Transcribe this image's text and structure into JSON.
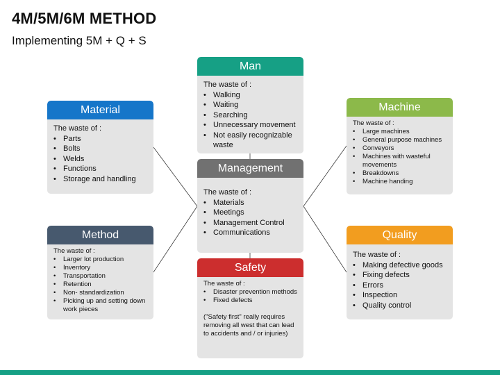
{
  "title": "4M/5M/6M METHOD",
  "subtitle": "Implementing 5M + Q + S",
  "colors": {
    "man": "#16a085",
    "material": "#1676c9",
    "machine": "#8cb94a",
    "management": "#717171",
    "method": "#47596e",
    "quality": "#f29d1f",
    "safety": "#cc2e2e"
  },
  "cards": {
    "man": {
      "title": "Man",
      "intro": "The waste of :",
      "items": [
        "Walking",
        "Waiting",
        "Searching",
        "Unnecessary movement",
        "Not easily recognizable waste"
      ]
    },
    "material": {
      "title": "Material",
      "intro": "The waste of :",
      "items": [
        "Parts",
        "Bolts",
        "Welds",
        "Functions",
        "Storage and handling"
      ]
    },
    "machine": {
      "title": "Machine",
      "intro": "The waste of :",
      "items": [
        "Large machines",
        "General purpose machines",
        "Conveyors",
        "Machines with wasteful movements",
        "Breakdowns",
        "Machine handing"
      ]
    },
    "management": {
      "title": "Management",
      "intro": "The waste of :",
      "items": [
        "Materials",
        "Meetings",
        "Management Control",
        "Communications"
      ]
    },
    "method": {
      "title": "Method",
      "intro": "The waste of :",
      "items": [
        "Larger lot production",
        "Inventory",
        "Transportation",
        "Retention",
        "Non- standardization",
        "Picking up and setting down work pieces"
      ]
    },
    "quality": {
      "title": "Quality",
      "intro": "The waste of :",
      "items": [
        "Making defective goods",
        "Fixing defects",
        "Errors",
        "Inspection",
        "Quality control"
      ]
    },
    "safety": {
      "title": "Safety",
      "intro": "The waste of :",
      "items": [
        "Disaster prevention methods",
        "Fixed defects"
      ],
      "note": "(\"Safety first\" really requires removing all west that can lead to accidents and / or injuries)"
    }
  }
}
